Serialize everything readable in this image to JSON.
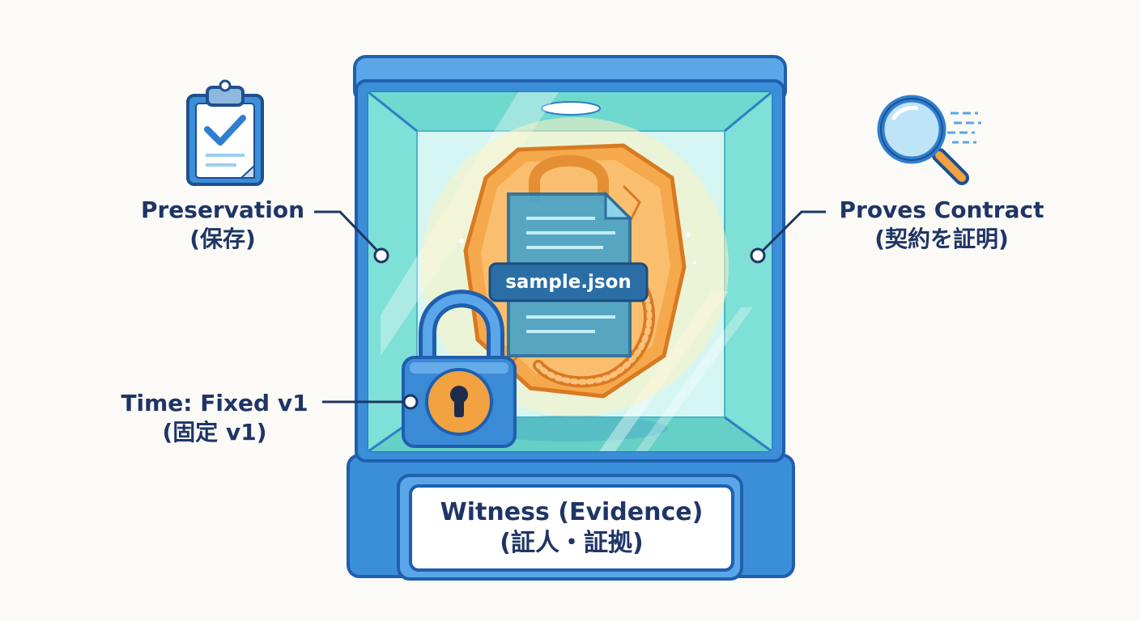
{
  "labels": {
    "preservation": {
      "title": "Preservation",
      "sub": "(保存)"
    },
    "proves": {
      "title": "Proves Contract",
      "sub": "(契約を証明)"
    },
    "time": {
      "title": "Time: Fixed v1",
      "sub": "(固定 v1)"
    }
  },
  "file": {
    "name": "sample.json"
  },
  "caption": {
    "line1": "Witness (Evidence)",
    "line2": "(証人・証拠)"
  },
  "icons": [
    "clipboard-check-icon",
    "magnifier-icon",
    "padlock-icon",
    "document-icon",
    "amber-fossil"
  ],
  "colors": {
    "text": "#1f3566",
    "frame": "#3b8fd9",
    "glass": "#8fe8de",
    "amber": "#f6a84c",
    "lock": "#3a8ad6",
    "keyhole": "#f2a240"
  }
}
